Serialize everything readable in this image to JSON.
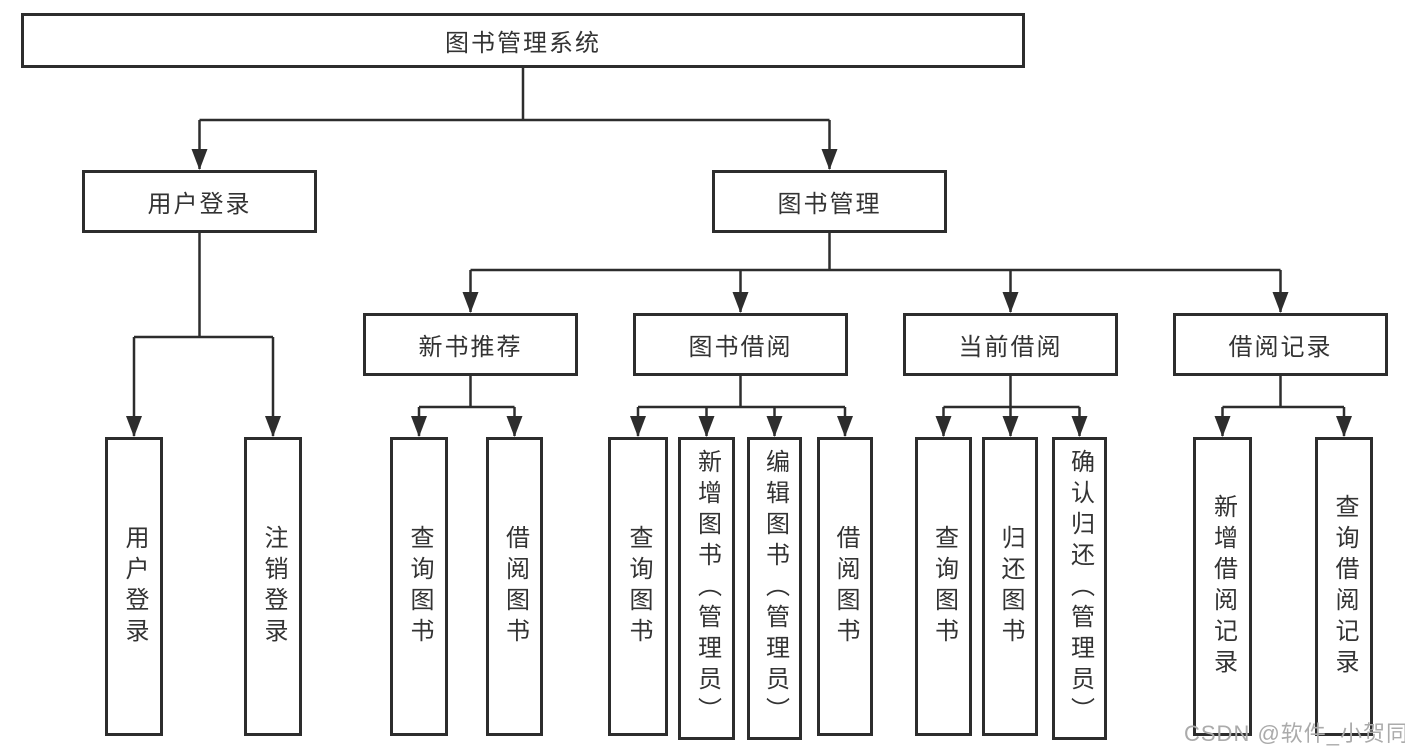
{
  "tree": {
    "label": "图书管理系统",
    "children": [
      {
        "label": "用户登录",
        "children": [
          {
            "label": "用户登录"
          },
          {
            "label": "注销登录"
          }
        ]
      },
      {
        "label": "图书管理",
        "children": [
          {
            "label": "新书推荐",
            "children": [
              {
                "label": "查询图书"
              },
              {
                "label": "借阅图书"
              }
            ]
          },
          {
            "label": "图书借阅",
            "children": [
              {
                "label": "查询图书"
              },
              {
                "label": "新增图书（管理员）"
              },
              {
                "label": "编辑图书（管理员）"
              },
              {
                "label": "借阅图书"
              }
            ]
          },
          {
            "label": "当前借阅",
            "children": [
              {
                "label": "查询图书"
              },
              {
                "label": "归还图书"
              },
              {
                "label": "确认归还（管理员）"
              }
            ]
          },
          {
            "label": "借阅记录",
            "children": [
              {
                "label": "新增借阅记录"
              },
              {
                "label": "查询借阅记录"
              }
            ]
          }
        ]
      }
    ]
  },
  "watermark": {
    "text": "CSDN @软件_小贺同学"
  },
  "colors": {
    "line": "#2d2d2d",
    "text": "#333333",
    "background": "#ffffff",
    "watermark": "#ababab"
  }
}
